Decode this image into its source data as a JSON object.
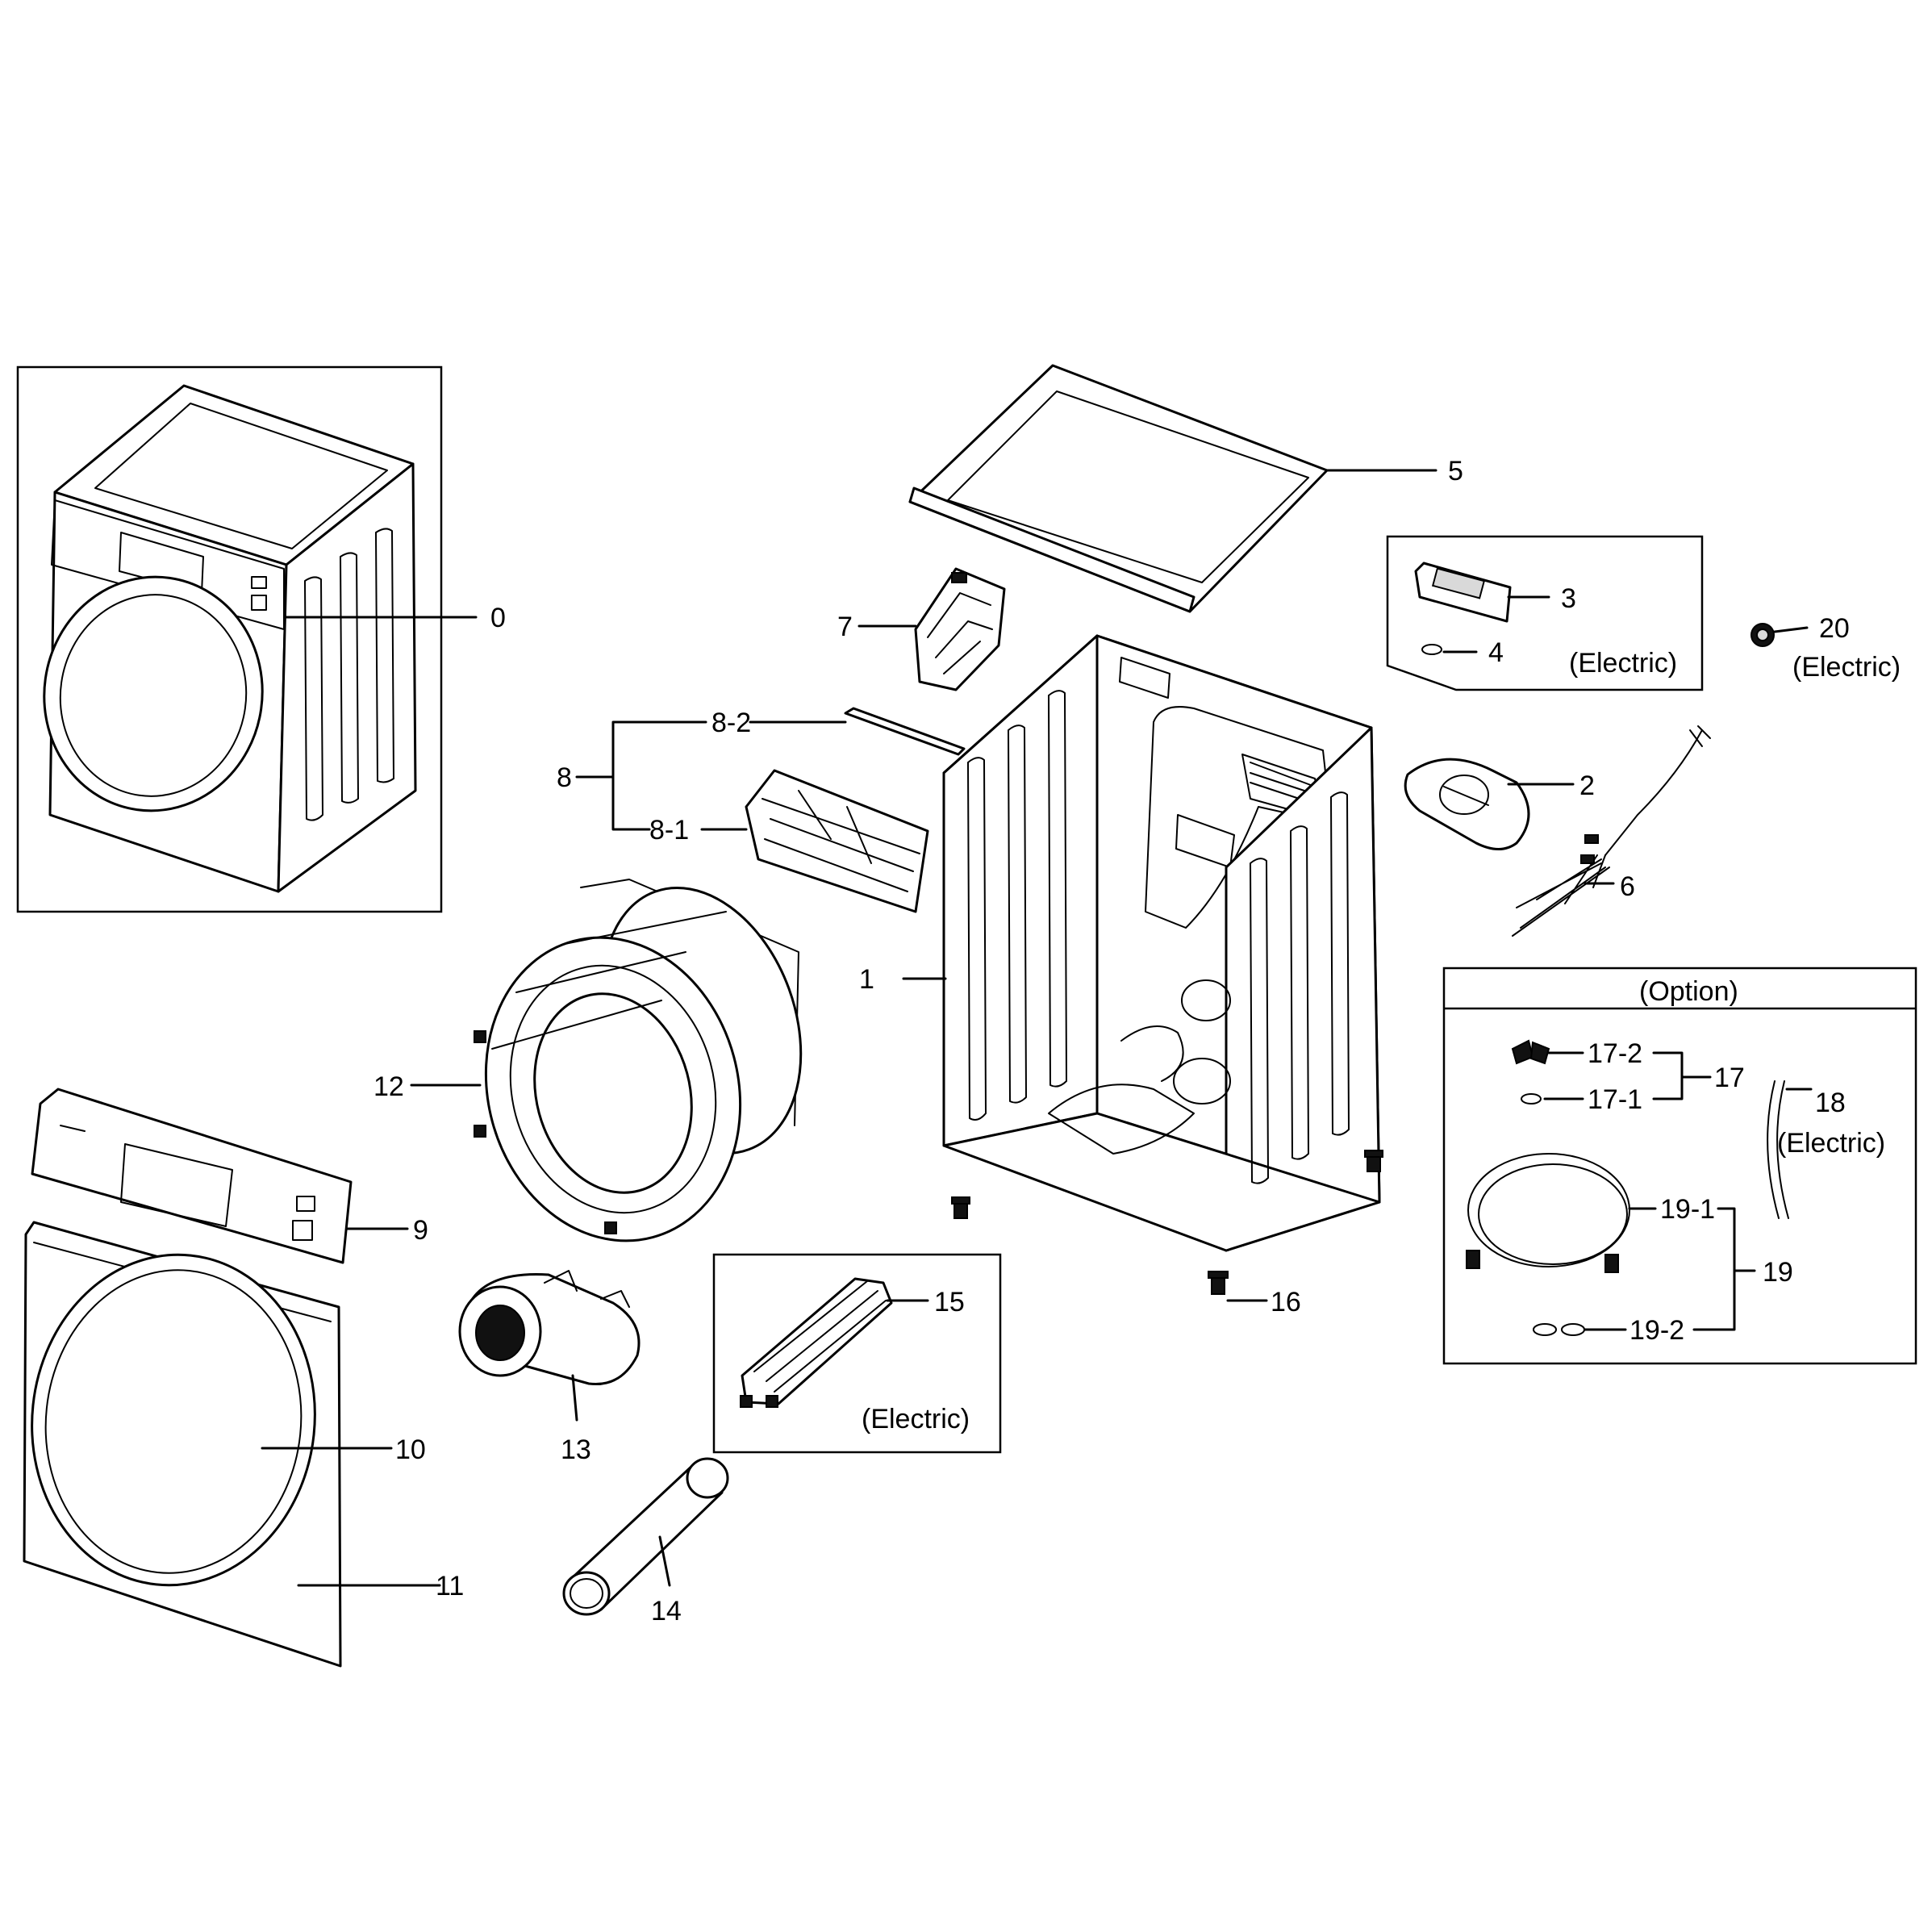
{
  "callouts": {
    "c0": "0",
    "c1": "1",
    "c2": "2",
    "c3": "3",
    "c4": "4",
    "c5": "5",
    "c6": "6",
    "c7": "7",
    "c8": "8",
    "c8_1": "8-1",
    "c8_2": "8-2",
    "c9": "9",
    "c10": "10",
    "c11": "11",
    "c12": "12",
    "c13": "13",
    "c14": "14",
    "c15": "15",
    "c16": "16",
    "c17": "17",
    "c17_1": "17-1",
    "c17_2": "17-2",
    "c18": "18",
    "c19": "19",
    "c19_1": "19-1",
    "c19_2": "19-2",
    "c20": "20"
  },
  "notes": {
    "electric_sensor": "(Electric)",
    "electric_terminal": "(Electric)",
    "electric_heater": "(Electric)",
    "electric_hose": "(Electric)",
    "option_title": "(Option)"
  }
}
